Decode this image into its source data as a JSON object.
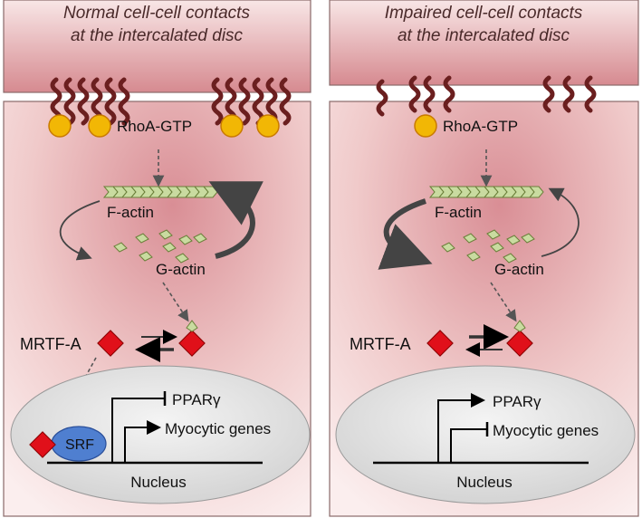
{
  "panels": [
    {
      "title_line1": "Normal cell-cell contacts",
      "title_line2": "at the intercalated disc",
      "rhoa": "RhoA-GTP",
      "factin": "F-actin",
      "gactin": "G-actin",
      "mrtf": "MRTF-A",
      "gene1": "PPARγ",
      "gene2": "Myocytic genes",
      "srf": "SRF",
      "nucleus": "Nucleus"
    },
    {
      "title_line1": "Impaired cell-cell contacts",
      "title_line2": "at the intercalated disc",
      "rhoa": "RhoA-GTP",
      "factin": "F-actin",
      "gactin": "G-actin",
      "mrtf": "MRTF-A",
      "gene1": "PPARγ",
      "gene2": "Myocytic genes",
      "nucleus": "Nucleus"
    }
  ],
  "colors": {
    "cell_top": "#d88f94",
    "cell_mid": "#f3d6d6",
    "cell_edge": "#8a6a6a",
    "cadherin": "#6b1f1f",
    "rhoa_dot": "#f2b705",
    "actin_fill": "#c9dba0",
    "actin_stroke": "#6b7f3a",
    "mrtf": "#e0101a",
    "srf": "#4f7fd0",
    "nucleus": "#dcdcdc"
  },
  "icons": [
    "cadherin-squiggle-icon",
    "rhoa-dot-icon",
    "mrtf-diamond-icon",
    "srf-ellipse-icon"
  ]
}
